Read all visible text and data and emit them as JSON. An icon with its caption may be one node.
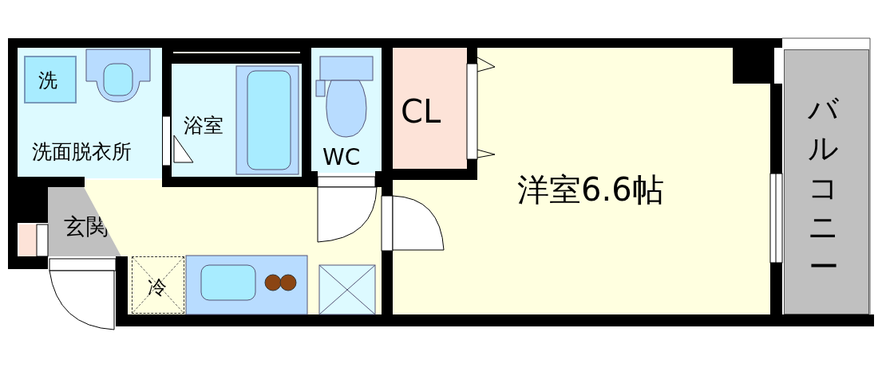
{
  "diagram": {
    "nodes": [
      {
        "text": [
          "洗面脱衣所"
        ]
      },
      {
        "text": [
          "洗"
        ],
        "in": 0
      },
      {
        "text": [
          "浴室"
        ]
      },
      {
        "text": [
          "WC"
        ]
      },
      {
        "text": [
          "CL"
        ]
      },
      {
        "text": [
          "洋室6.6帖"
        ]
      },
      {
        "text": [
          "バルコニー"
        ]
      },
      {
        "text": [
          "玄関"
        ]
      },
      {
        "text": [
          "冷"
        ]
      }
    ]
  }
}
